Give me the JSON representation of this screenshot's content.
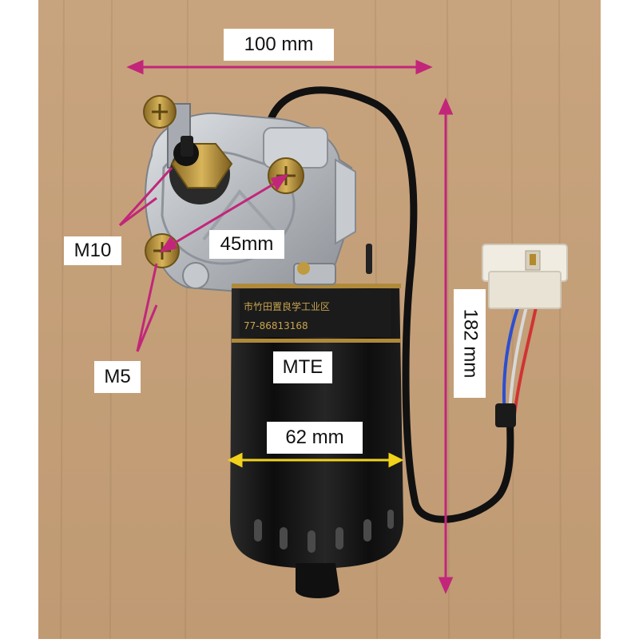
{
  "photo": {
    "subject": "Wiper motor with gearbox and connector cable on cardboard",
    "colors": {
      "cardboard": "#c9a57f",
      "motor_body": "#151515",
      "gearbox": "#b8bcc1",
      "magenta_arrow": "#c2267a",
      "yellow_arrow": "#f2d21a"
    }
  },
  "annotations": {
    "width_total": "100 mm",
    "height_total": "182 mm",
    "body_diameter": "62 mm",
    "bolt_spacing": "45mm",
    "thread_large": "M10",
    "thread_small": "M5",
    "brand": "MTE"
  },
  "label_printing": {
    "line1": "市竹田置良学工业区",
    "line2": "77-86813168"
  }
}
